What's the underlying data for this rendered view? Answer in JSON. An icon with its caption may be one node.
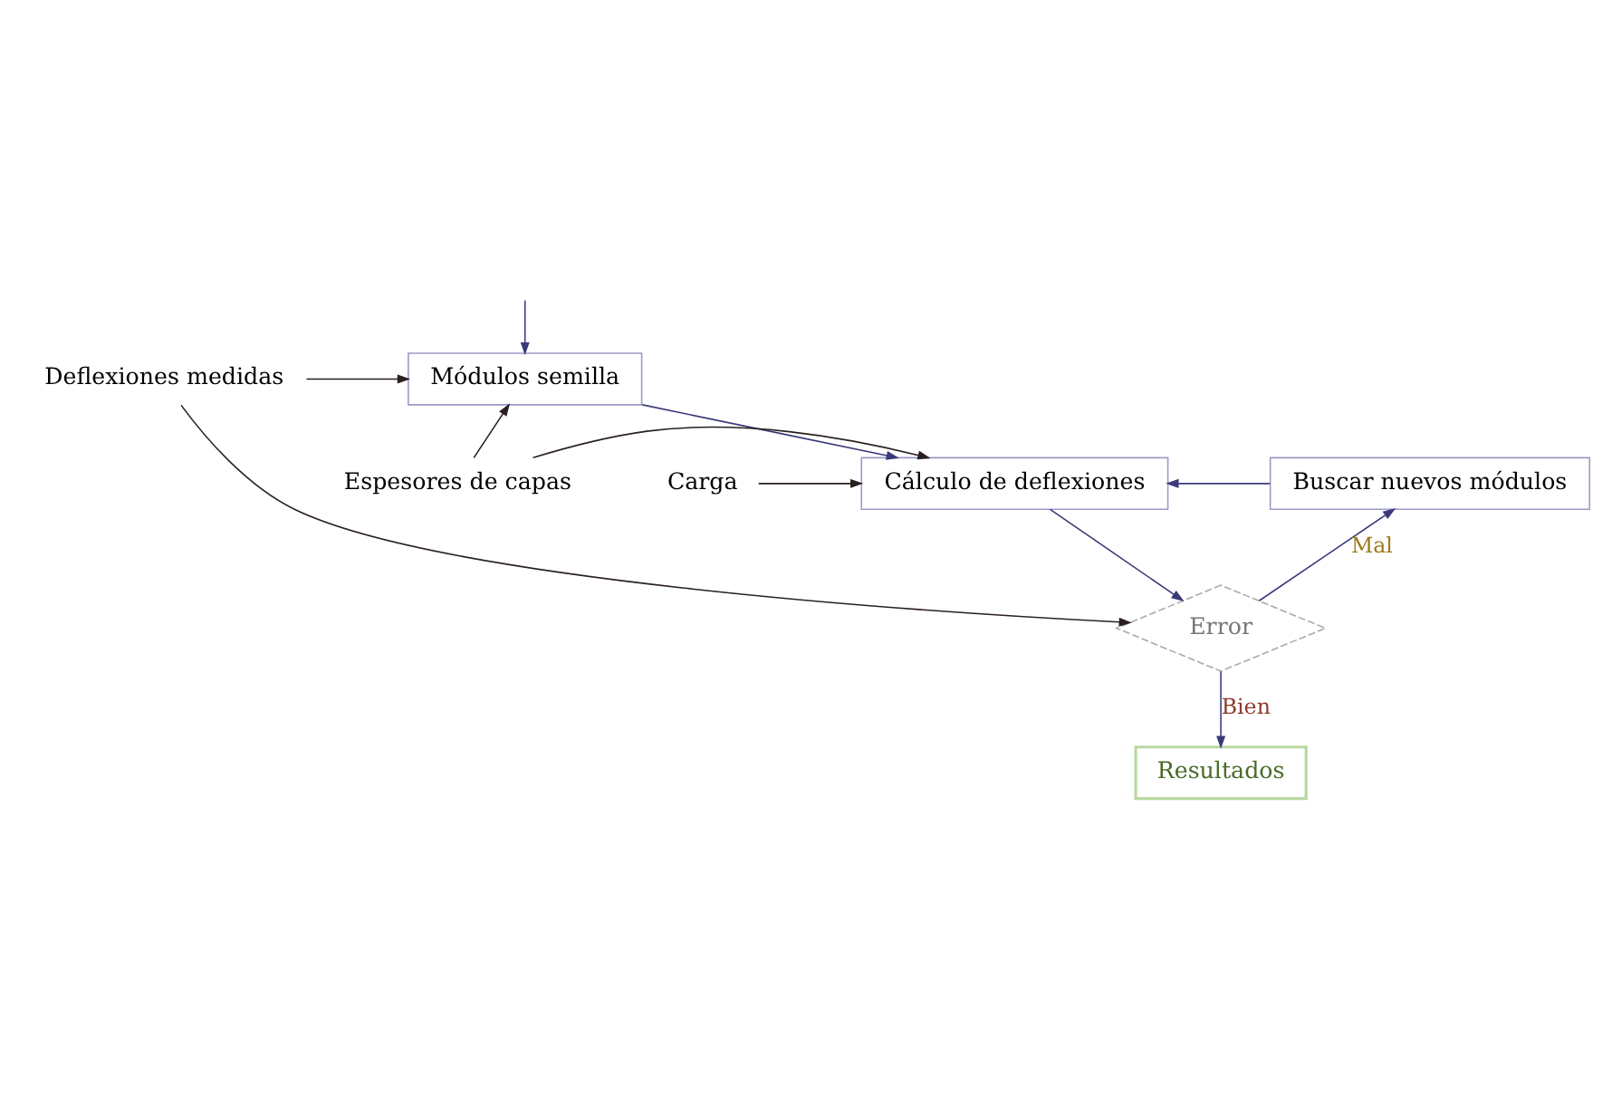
{
  "diagram": {
    "nodes": [
      {
        "text": [
          "Deflexiones medidas"
        ]
      },
      {
        "text": [
          "Módulos semilla"
        ]
      },
      {
        "text": [
          "Espesores de capas"
        ]
      },
      {
        "text": [
          "Cálculo de deflexiones"
        ]
      },
      {
        "text": [
          "Carga"
        ]
      },
      {
        "text": [
          "Buscar nuevos módulos"
        ]
      },
      {
        "text": [
          "Error"
        ]
      },
      {
        "text": [
          "Resultados"
        ]
      }
    ],
    "edges": [
      {
        "from": null,
        "to": 1,
        "arrow": "to"
      },
      {
        "from": 0,
        "to": 1,
        "arrow": "to",
        "color": "#2a1f1f"
      },
      {
        "from": 2,
        "to": 1,
        "arrow": "to",
        "color": "#2a1f1f"
      },
      {
        "from": 2,
        "to": 3,
        "arrow": "to",
        "color": "#2a1f1f"
      },
      {
        "from": 4,
        "to": 3,
        "arrow": "to",
        "color": "#2a1f1f"
      },
      {
        "from": 1,
        "to": 3,
        "arrow": "to"
      },
      {
        "from": 3,
        "to": 6,
        "arrow": "to"
      },
      {
        "from": 0,
        "to": 6,
        "arrow": "to",
        "color": "#2a1f1f"
      },
      {
        "from": 6,
        "to": 5,
        "arrow": "to",
        "label": "Mal"
      },
      {
        "from": 5,
        "to": 3,
        "arrow": "to"
      },
      {
        "from": 6,
        "to": 7,
        "arrow": "to",
        "label": "Bien"
      }
    ]
  }
}
